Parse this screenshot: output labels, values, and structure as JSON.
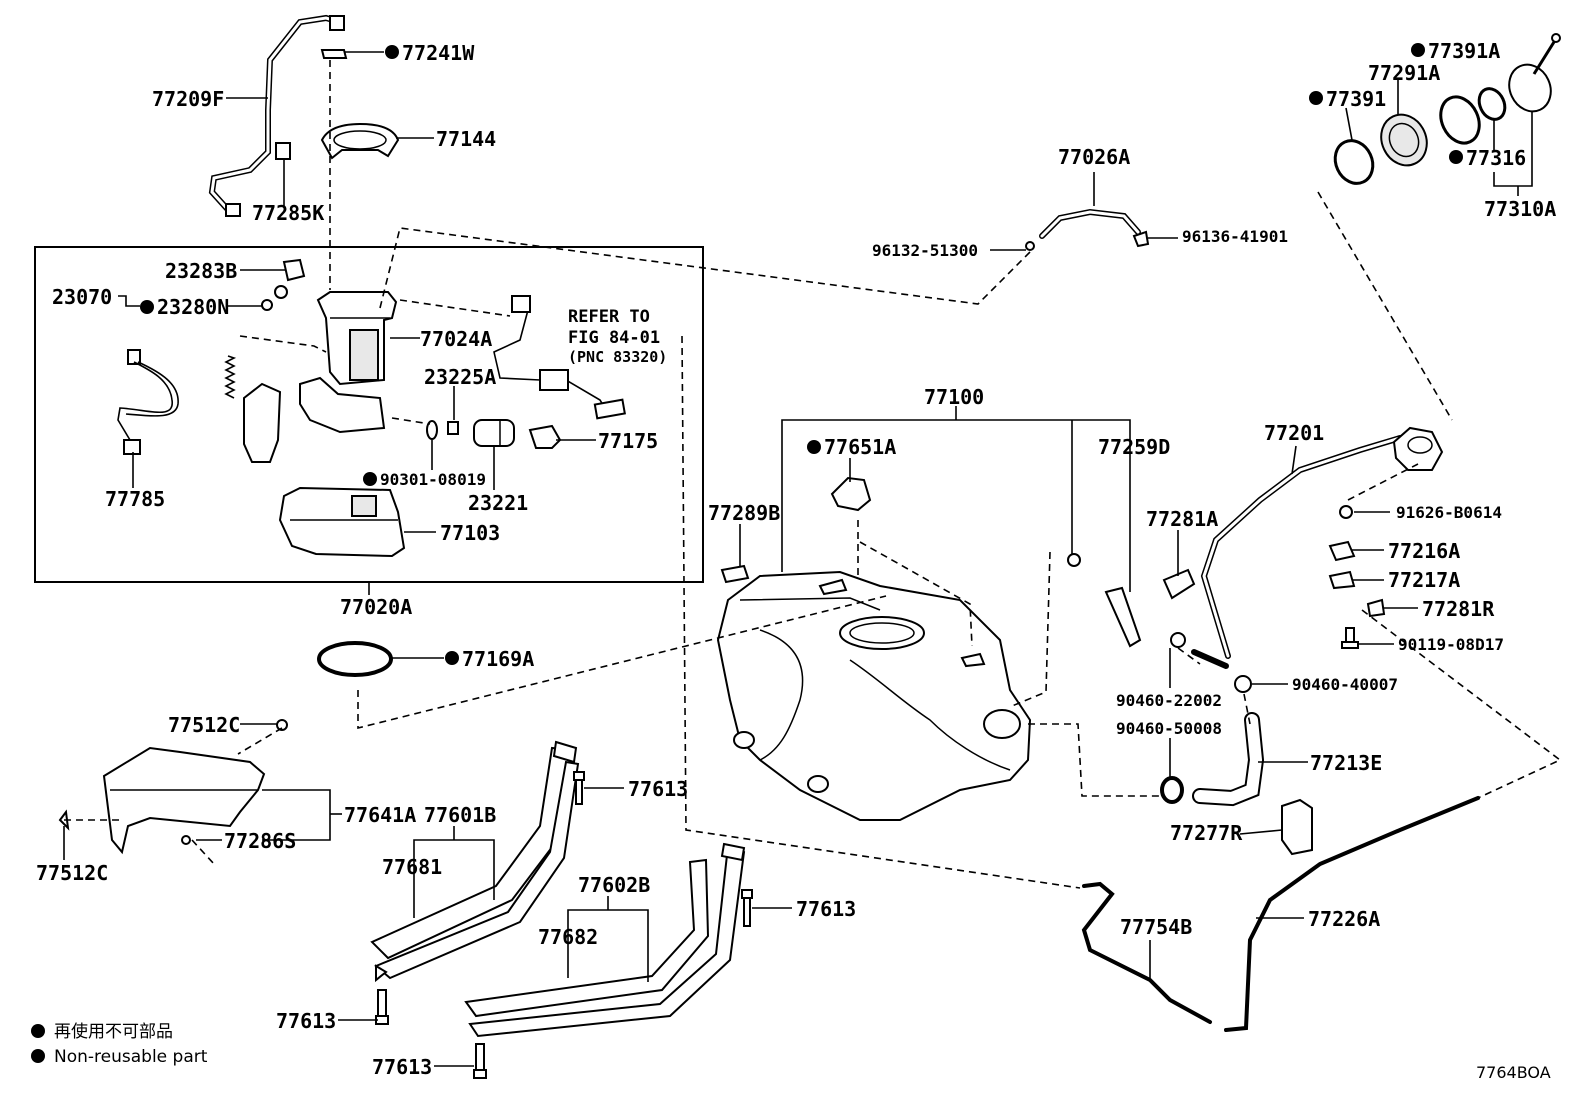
{
  "parts": {
    "p77241W": "77241W",
    "p77209F": "77209F",
    "p77144": "77144",
    "p77285K": "77285K",
    "p23283B": "23283B",
    "p23070": "23070",
    "p23280N": "23280N",
    "p77024A": "77024A",
    "p23225A": "23225A",
    "p77175": "77175",
    "p77785": "77785",
    "p90301_08019": "90301-08019",
    "p23221": "23221",
    "p77103": "77103",
    "p77020A": "77020A",
    "p77169A": "77169A",
    "p77512C_a": "77512C",
    "p77641A": "77641A",
    "p77286S": "77286S",
    "p77512C_b": "77512C",
    "p77601B": "77601B",
    "p77681": "77681",
    "p77613_a": "77613",
    "p77602B": "77602B",
    "p77682": "77682",
    "p77613_b": "77613",
    "p77613_c": "77613",
    "p77613_d": "77613",
    "p77026A": "77026A",
    "p96132_51300": "96132-51300",
    "p96136_41901": "96136-41901",
    "p77100": "77100",
    "p77651A": "77651A",
    "p77259D": "77259D",
    "p77289B": "77289B",
    "p77281A": "77281A",
    "p77201": "77201",
    "p91626_B0614": "91626-B0614",
    "p77216A": "77216A",
    "p77217A": "77217A",
    "p77281R": "77281R",
    "p90119_08D17": "90119-08D17",
    "p90460_22002": "90460-22002",
    "p90460_40007": "90460-40007",
    "p90460_50008": "90460-50008",
    "p77213E": "77213E",
    "p77277R": "77277R",
    "p77754B": "77754B",
    "p77226A": "77226A",
    "p77391A": "77391A",
    "p77291A": "77291A",
    "p77391": "77391",
    "p77316": "77316",
    "p77310A": "77310A"
  },
  "reference": {
    "line1": "REFER TO",
    "line2": "FIG 84-01",
    "line3": "(PNC 83320)"
  },
  "legend": {
    "jp": "再使用不可部品",
    "en": "Non-reusable part"
  },
  "figure_code": "7764BOA"
}
